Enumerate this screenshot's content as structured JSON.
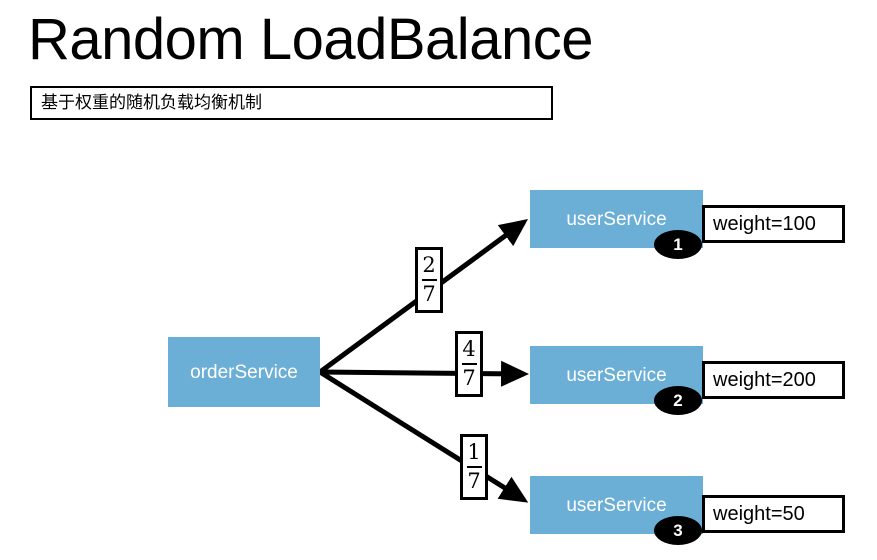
{
  "header": {
    "title": "Random LoadBalance",
    "subtitle": "基于权重的随机负载均衡机制"
  },
  "diagram": {
    "source_node": {
      "label": "orderService",
      "color": "#6BAED6"
    },
    "targets": [
      {
        "label": "userService",
        "badge": "1",
        "weight_label": "weight=100",
        "fraction_numerator": "2",
        "fraction_denominator": "7"
      },
      {
        "label": "userService",
        "badge": "2",
        "weight_label": "weight=200",
        "fraction_numerator": "4",
        "fraction_denominator": "7"
      },
      {
        "label": "userService",
        "badge": "3",
        "weight_label": "weight=50",
        "fraction_numerator": "1",
        "fraction_denominator": "7"
      }
    ],
    "colors": {
      "node_fill": "#6BAED6",
      "node_text": "#ffffff",
      "edge": "#000000",
      "badge_fill": "#000000",
      "badge_text": "#ffffff",
      "box_border": "#000000",
      "background": "#ffffff"
    }
  }
}
